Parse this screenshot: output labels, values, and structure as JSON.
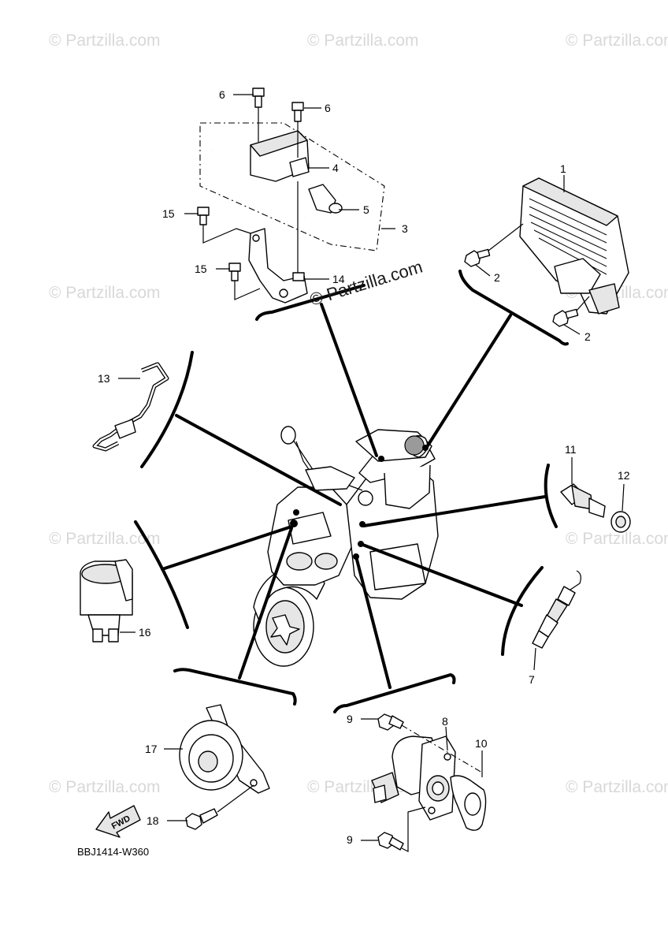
{
  "diagram_code": "BBJ1414-W360",
  "fwd_label": "FWD",
  "watermark": {
    "repeat_text": "© Partzilla.com",
    "main_text": "© Partzilla.com"
  },
  "callouts": {
    "p1": "1",
    "p2a": "2",
    "p2b": "2",
    "p3": "3",
    "p4": "4",
    "p5": "5",
    "p6a": "6",
    "p6b": "6",
    "p7": "7",
    "p8": "8",
    "p9a": "9",
    "p9b": "9",
    "p10": "10",
    "p11": "11",
    "p12": "12",
    "p13": "13",
    "p14": "14",
    "p15a": "15",
    "p15b": "15",
    "p16": "16",
    "p17": "17",
    "p18": "18"
  }
}
